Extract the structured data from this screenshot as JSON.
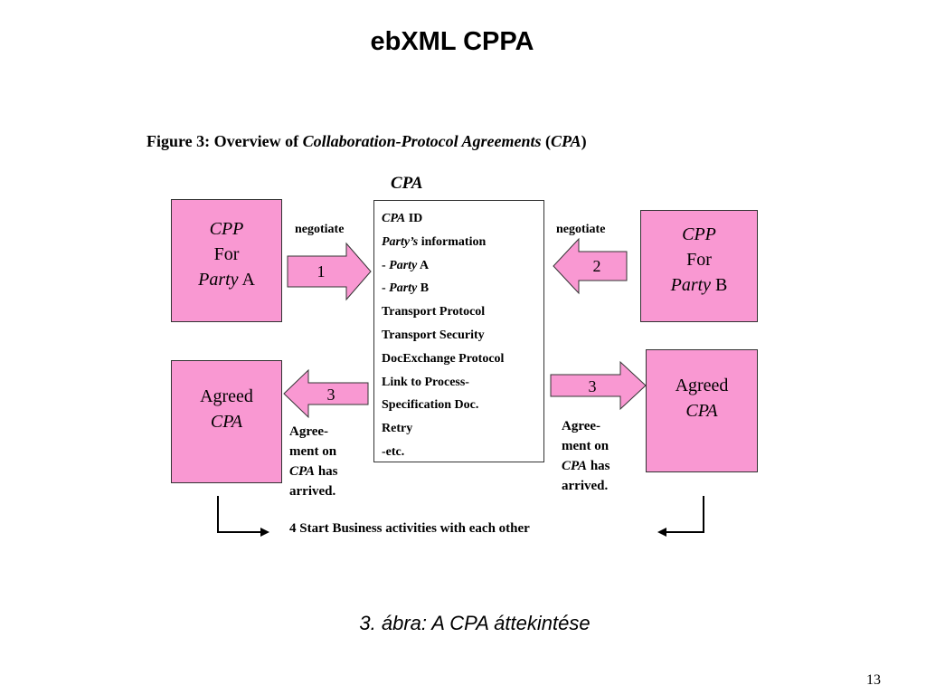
{
  "slide": {
    "title": "ebXML CPPA",
    "page_number": "13"
  },
  "figure": {
    "caption_prefix": "Figure 3: Overview of ",
    "caption_italic": "Collaboration-Protocol Agreements",
    "caption_mid": " (",
    "caption_abbr": "CPA",
    "caption_end": ")",
    "cpa_label": "CPA"
  },
  "party_a": {
    "line1": "CPP",
    "line2": "For",
    "line3_italic": "Party",
    "line3_rest": " A"
  },
  "party_b": {
    "line1": "CPP",
    "line2": "For",
    "line3_italic": "Party",
    "line3_rest": " B"
  },
  "agreed_left": {
    "line1": "Agreed",
    "line2": "CPA"
  },
  "agreed_right": {
    "line1": "Agreed",
    "line2": "CPA"
  },
  "cpa_contents": [
    {
      "italic": "CPA",
      "text": " ID"
    },
    {
      "italic": "Party’s",
      "text": " information"
    },
    {
      "prefix": "- ",
      "italic": "Party",
      "text": " A"
    },
    {
      "prefix": "- ",
      "italic": "Party",
      "text": " B"
    },
    {
      "text": "Transport Protocol"
    },
    {
      "text": "Transport Security"
    },
    {
      "text": "DocExchange Protocol"
    },
    {
      "text": "Link to Process-"
    },
    {
      "text": "Specification Doc."
    },
    {
      "text": "Retry"
    },
    {
      "text": "-etc."
    }
  ],
  "arrows": {
    "negotiate_left": "negotiate",
    "negotiate_right": "negotiate",
    "step1": "1",
    "step2": "2",
    "step3_left": "3",
    "step3_right": "3"
  },
  "agreement_note_left": {
    "line1": "Agree-",
    "line2": "ment on",
    "line3_italic": "CPA",
    "line3_rest": " has",
    "line4": "arrived."
  },
  "agreement_note_right": {
    "line1": "Agree-",
    "line2": "ment on",
    "line3_italic": "CPA",
    "line3_rest": " has",
    "line4": "arrived."
  },
  "start_business": "4 Start Business activities with each other",
  "bottom_caption": "3. ábra: A CPA áttekintése",
  "colors": {
    "box_fill": "#f998d2",
    "border": "#333333"
  }
}
